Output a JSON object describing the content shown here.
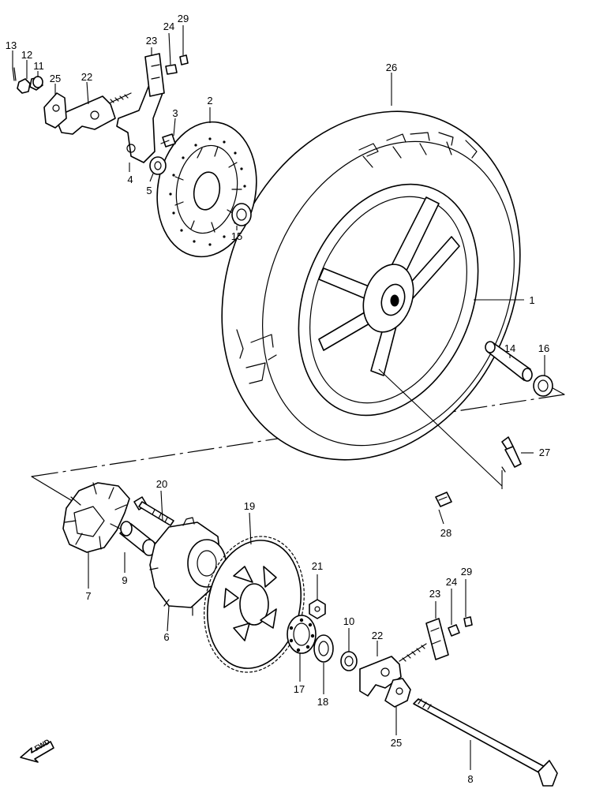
{
  "callouts": {
    "c1": "1",
    "c2": "2",
    "c3": "3",
    "c4": "4",
    "c5": "5",
    "c6": "6",
    "c7": "7",
    "c8": "8",
    "c9": "9",
    "c10": "10",
    "c11": "11",
    "c12": "12",
    "c13": "13",
    "c14": "14",
    "c15": "15",
    "c16": "16",
    "c17": "17",
    "c18": "18",
    "c19": "19",
    "c20": "20",
    "c21": "21",
    "c22a": "22",
    "c22b": "22",
    "c23a": "23",
    "c23b": "23",
    "c24a": "24",
    "c24b": "24",
    "c25a": "25",
    "c25b": "25",
    "c26": "26",
    "c27": "27",
    "c28": "28",
    "c29a": "29",
    "c29b": "29"
  },
  "fwd_label": "FWD"
}
